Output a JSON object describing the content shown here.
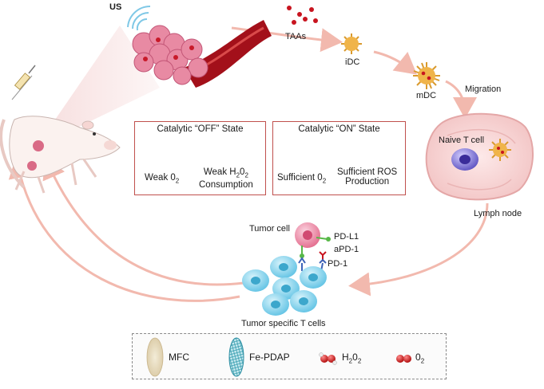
{
  "labels": {
    "us": "US",
    "taas": "TAAs",
    "idc": "iDC",
    "mdc": "mDC",
    "migration": "Migration",
    "naive_t_cell": "Naive T cell",
    "lymph_node": "Lymph node",
    "tumor_cell": "Tumor cell",
    "pd_l1": "PD-L1",
    "apd_1": "aPD-1",
    "pd_1": "PD-1",
    "tumor_specific_t_cells": "Tumor specific T cells"
  },
  "off_panel": {
    "title": "Catalytic “OFF” State",
    "left_caption": "Weak 0",
    "left_caption_sub": "2",
    "right_caption_line1": "Weak H",
    "right_caption_sub1": "2",
    "right_caption_mid": "0",
    "right_caption_sub2": "2",
    "right_caption_line2": "Consumption"
  },
  "on_panel": {
    "title": "Catalytic “ON” State",
    "left_caption": "Sufficient 0",
    "left_caption_sub": "2",
    "right_caption_line1": "Sufficient ROS",
    "right_caption_line2": "Production"
  },
  "legend": {
    "items": [
      {
        "label": "MFC",
        "icon": "mfc-nanoparticle-icon"
      },
      {
        "label": "Fe-PDAP",
        "icon": "fe-pdap-nanoparticle-icon"
      },
      {
        "label": "H",
        "sub1": "2",
        "mid": "0",
        "sub2": "2",
        "icon": "h2o2-molecule-icon"
      },
      {
        "label": "0",
        "sub1": "2",
        "icon": "o2-molecule-icon"
      }
    ]
  },
  "colors": {
    "arrow": "#f2b9ae",
    "panel_border": "#c0504d",
    "t_cell": "#7fd3ec",
    "tumor_cell": "#f08aa5",
    "lymph_node": "#f7d5d5",
    "naive_t_cell": "#7a6fd0",
    "vessel": "#a3101a"
  }
}
